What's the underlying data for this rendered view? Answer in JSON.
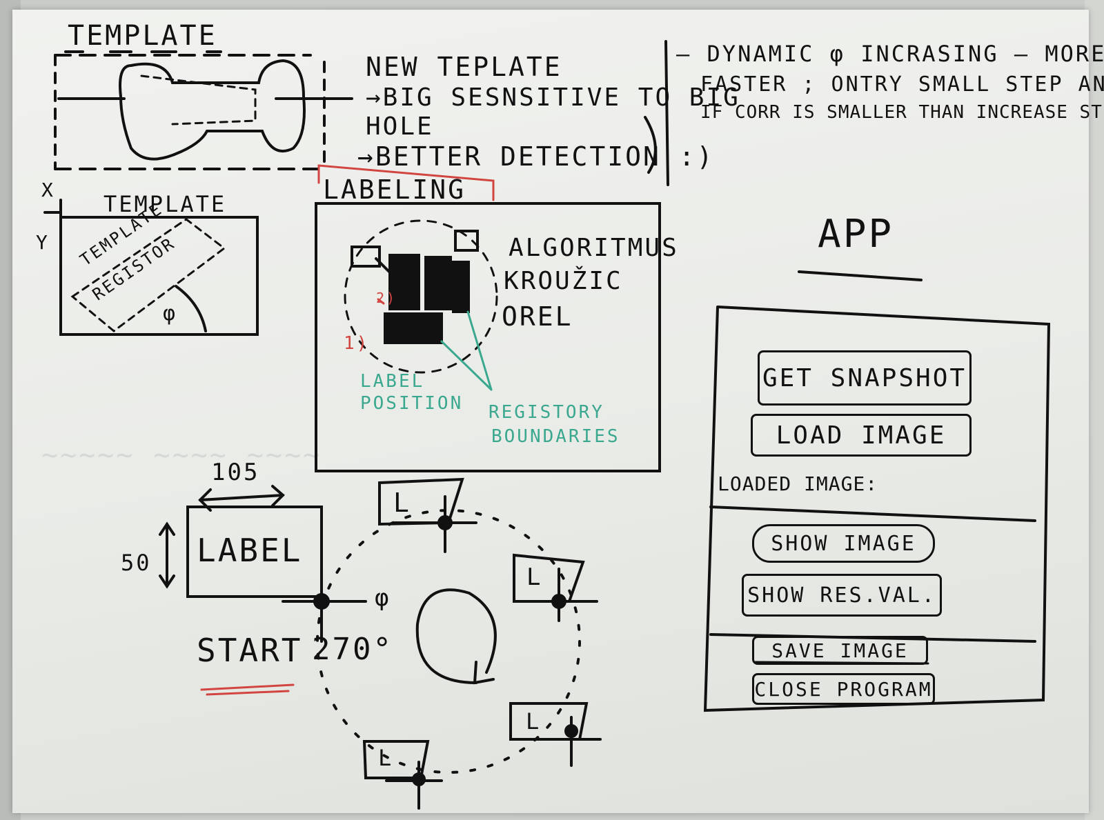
{
  "sketch_top_left": {
    "title": "TEMPLATE",
    "notes": [
      "NEW TEPLATE",
      "→BIG SESNSITIVE TO BIG",
      "HOLE",
      "→BETTER DETECTION :)"
    ]
  },
  "sketch_top_right": {
    "line1": "– DYNAMIC φ INCRASING – MORE",
    "line2": "FASTER ; ONTRY SMALL STEP AND",
    "line3": "IF CORR IS SMALLER THAN INCREASE STEP"
  },
  "template_box": {
    "title": "TEMPLATE",
    "x_label": "X",
    "y_label": "Y",
    "inner_line1": "TEMPLATE",
    "inner_line2": "REGISTOR",
    "angle_label": "φ"
  },
  "labeling": {
    "title": "LABELING",
    "algorithm_lines": [
      "ALGORITMUS",
      "KROUŽIC",
      "OREL"
    ],
    "marker_2": "2)",
    "marker_1": "1)",
    "label_position_lines": [
      "LABEL",
      "POSITION"
    ],
    "registory_lines": [
      "REGISTORY",
      "BOUNDARIES"
    ]
  },
  "rotation_sketch": {
    "width_label": "105",
    "height_label": "50",
    "label_box": "LABEL",
    "phi": "φ",
    "start_label": "START",
    "angle_label": "270°",
    "small_label": "L"
  },
  "app": {
    "title": "APP",
    "buttons": {
      "get_snapshot": "GET SNAPSHOT",
      "load_image": "LOAD IMAGE",
      "show_image": "SHOW IMAGE",
      "show_res": "SHOW RES.VAL.",
      "save_image": "SAVE IMAGE",
      "close_program": "CLOSE PROGRAM"
    },
    "loaded_image_label": "LOADED IMAGE:"
  },
  "colors": {
    "marker_black": "#111111",
    "marker_green": "#3aa88e",
    "marker_red": "#d2443f",
    "board": "#eceeea"
  }
}
